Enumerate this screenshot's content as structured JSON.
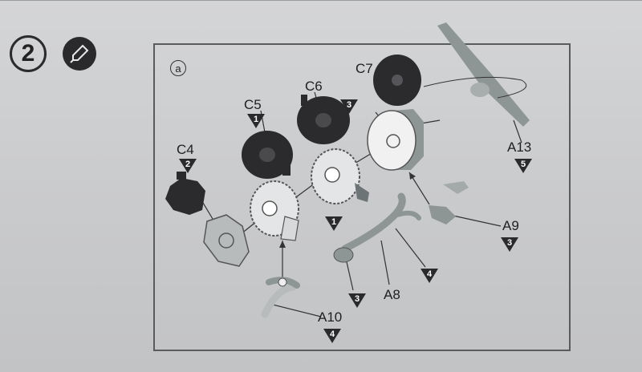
{
  "step": {
    "number": "2",
    "badge_icon": "glue-brush-icon"
  },
  "subassembly": {
    "letter": "a"
  },
  "parts": [
    {
      "id": "C4",
      "qty": "2"
    },
    {
      "id": "C5",
      "qty": "1"
    },
    {
      "id": "C6",
      "qty": "3"
    },
    {
      "id": "C7",
      "qty": ""
    },
    {
      "id": "A13",
      "qty": "5"
    },
    {
      "id": "A9",
      "qty": "3"
    },
    {
      "id": "A8",
      "qty": "3"
    },
    {
      "id": "A10",
      "qty": "4"
    }
  ],
  "loose_markers": [
    "1",
    "4"
  ],
  "colors": {
    "frame": "#5a5b5d",
    "black_parts": "#2b2b2e",
    "grey_parts": "#8e9695",
    "paper": "#cdced0"
  }
}
